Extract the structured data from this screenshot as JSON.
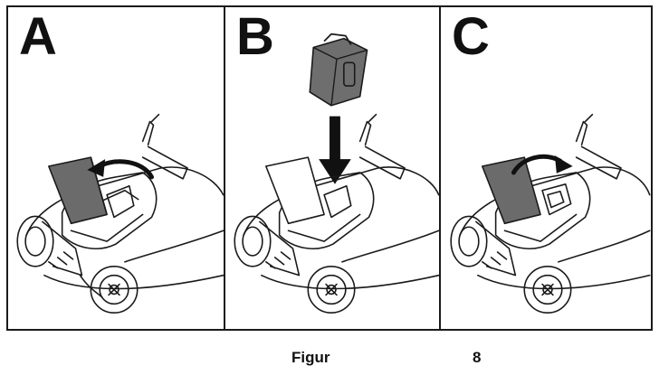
{
  "panels": [
    {
      "letter": "A",
      "step": "open-flap"
    },
    {
      "letter": "B",
      "step": "insert-battery"
    },
    {
      "letter": "C",
      "step": "close-flap"
    }
  ],
  "caption": {
    "label": "Figur",
    "number": "8"
  },
  "colors": {
    "line": "#1a1a1a",
    "flap": "#6b6b6b",
    "battery": "#6e6e6e",
    "background": "#ffffff"
  },
  "icons": [
    "curved-arrow-left-icon",
    "down-arrow-icon",
    "battery-pack-icon",
    "curved-arrow-right-icon"
  ]
}
